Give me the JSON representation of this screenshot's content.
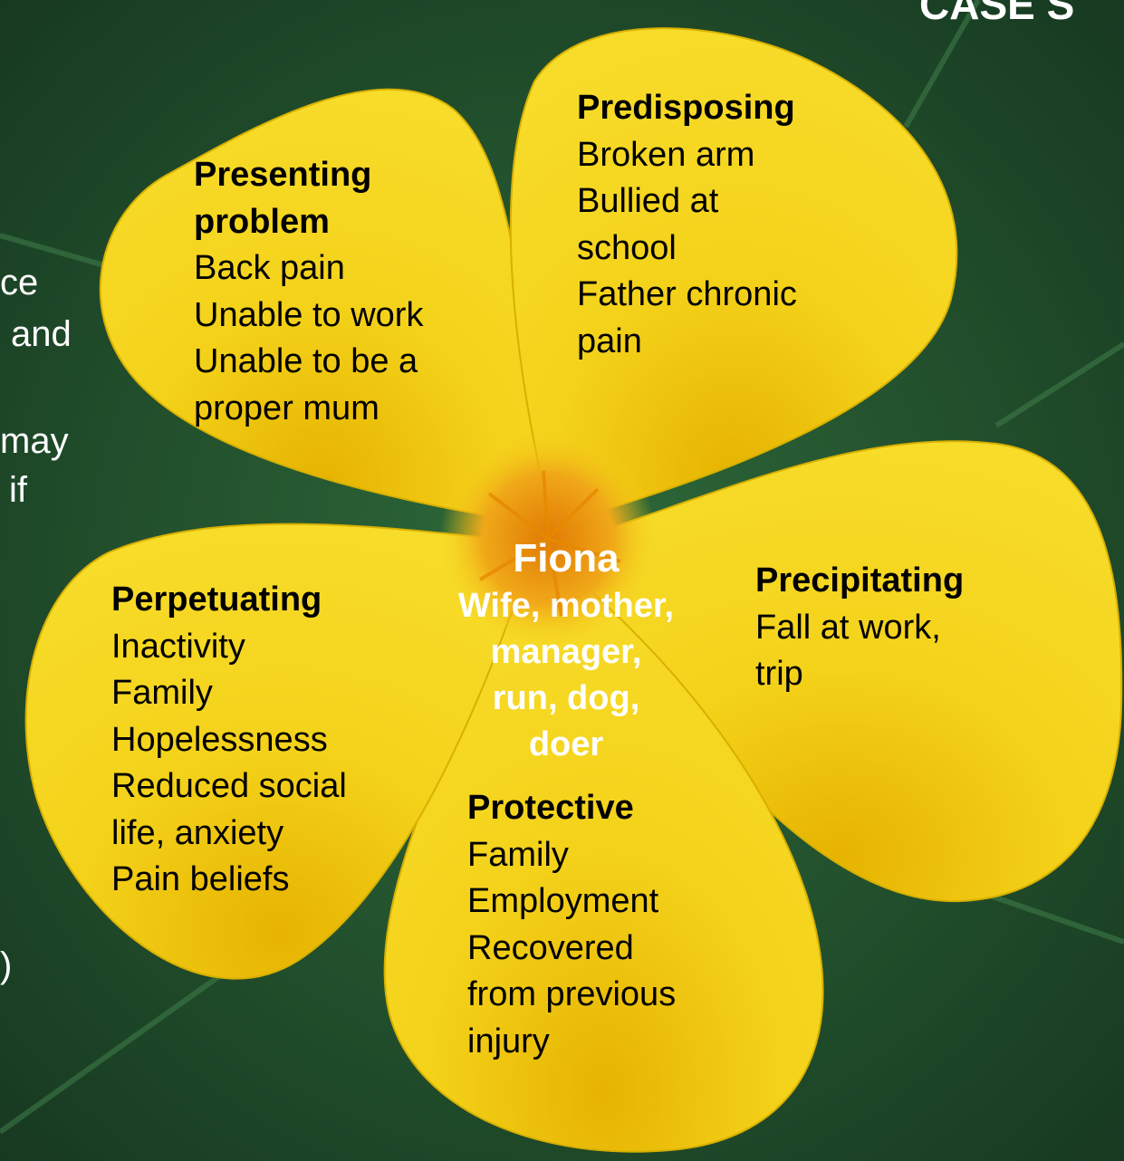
{
  "slide_title": "CASE S",
  "left_edge_fragments": [
    "ce",
    "and",
    "may",
    "if",
    ")"
  ],
  "center": {
    "name": "Fiona",
    "description": "Wife, mother,\nmanager,\nrun, dog,\ndoer"
  },
  "presenting": {
    "heading": "Presenting problem",
    "items": [
      "Back pain",
      "Unable to work",
      "Unable to be a",
      "proper mum"
    ]
  },
  "predisposing": {
    "heading": "Predisposing",
    "items": [
      "Broken arm",
      "Bullied at",
      "school",
      "Father chronic",
      "pain"
    ]
  },
  "precipitating": {
    "heading": "Precipitating",
    "items": [
      "Fall at work,",
      "trip"
    ]
  },
  "perpetuating": {
    "heading": "Perpetuating",
    "items": [
      "Inactivity",
      "Family",
      "Hopelessness",
      "Reduced social",
      "life, anxiety",
      "Pain beliefs"
    ]
  },
  "protective": {
    "heading": "Protective",
    "items": [
      "Family",
      "Employment",
      "Recovered",
      "from previous",
      "injury"
    ]
  },
  "colors": {
    "leaf": "#1f4a2c",
    "petal": "#f2d010",
    "petal_shadow": "#d9b000",
    "center": "#f09a10",
    "text": "#000000",
    "center_text": "#ffffff"
  }
}
